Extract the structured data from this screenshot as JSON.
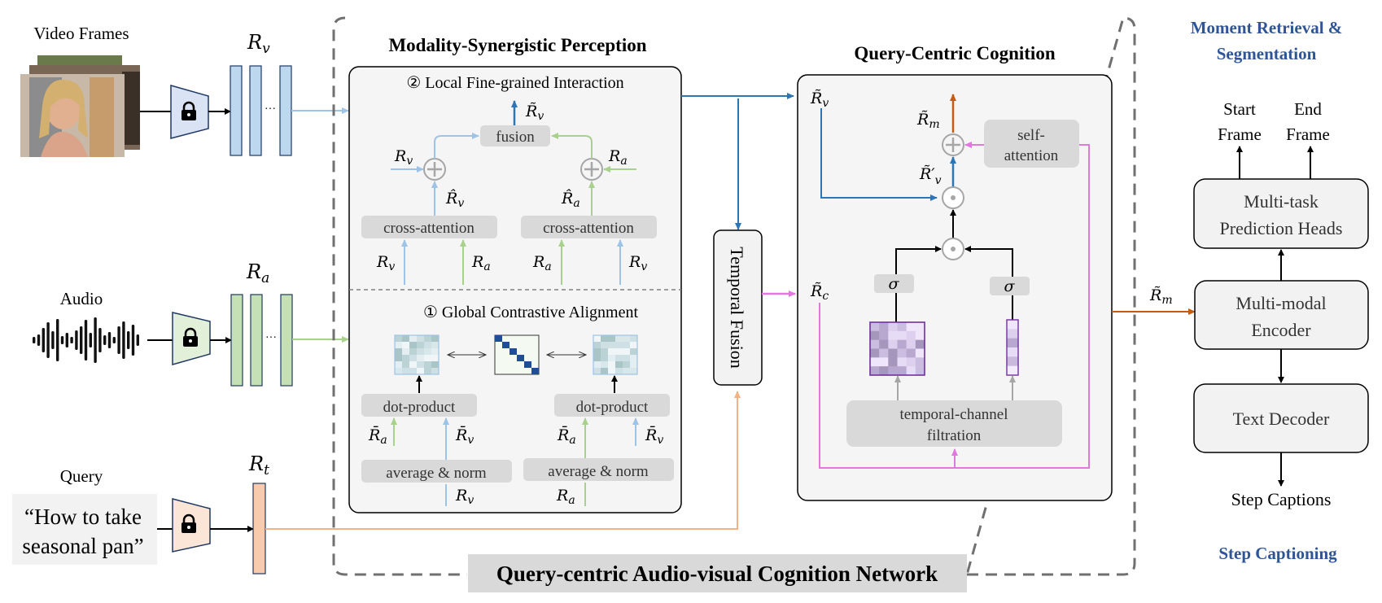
{
  "inputs": {
    "video": {
      "label": "Video Frames",
      "feature": "R",
      "feature_sub": "v"
    },
    "audio": {
      "label": "Audio",
      "feature": "R",
      "feature_sub": "a"
    },
    "query": {
      "label": "Query",
      "text_line1": "“How to take",
      "text_line2": "seasonal pan”",
      "feature": "R",
      "feature_sub": "t"
    },
    "ellipsis": "···"
  },
  "network": {
    "title": "Query-centric Audio-visual Cognition Network",
    "msp": {
      "title": "Modality-Synergistic Perception",
      "local": {
        "title": "② Local Fine-grained Interaction",
        "fusion": "fusion",
        "cross_attention": "cross-attention",
        "out_label": "R̃",
        "out_sub": "v",
        "hat_v": "R̂",
        "hat_a": "R̂",
        "sub_v": "v",
        "sub_a": "a",
        "R": "R"
      },
      "global": {
        "title": "① Global Contrastive Alignment",
        "dot_product": "dot-product",
        "avg_norm": "average & norm",
        "bar": "R̄",
        "R": "R",
        "sub_v": "v",
        "sub_a": "a"
      }
    },
    "temporal_fusion": "Temporal Fusion",
    "qcc": {
      "title": "Query-Centric Cognition",
      "self_attention_l1": "self-",
      "self_attention_l2": "attention",
      "sigma": "σ",
      "tcf_l1": "temporal-channel",
      "tcf_l2": "filtration",
      "Rt": "R̃",
      "sub_v": "v",
      "sub_c": "c",
      "sub_m": "m",
      "prime_v": "R̃′",
      "plus": "+",
      "odot": "⊙"
    }
  },
  "outputs": {
    "mr_title_l1": "Moment Retrieval &",
    "mr_title_l2": "Segmentation",
    "start_l1": "Start",
    "start_l2": "Frame",
    "end_l1": "End",
    "end_l2": "Frame",
    "heads_l1": "Multi-task",
    "heads_l2": "Prediction Heads",
    "encoder_l1": "Multi-modal",
    "encoder_l2": "Encoder",
    "decoder": "Text Decoder",
    "captions": "Step Captions",
    "sc_title": "Step Captioning",
    "rm_label": "R̃",
    "rm_sub": "m"
  },
  "colors": {
    "video_blue": "#9dc3e6",
    "video_blue_dark": "#2e75b6",
    "audio_green": "#a9d18e",
    "audio_green_fill": "#c5e0b4",
    "query_orange": "#f4b183",
    "query_fill": "#f8cbad",
    "pink": "#e377e0",
    "out_orange": "#c55a11",
    "panel_fill": "#f5f5f5",
    "gray_box": "#d9d9d9",
    "heading_blue": "#2f5597",
    "dashed_gray": "#707070"
  }
}
